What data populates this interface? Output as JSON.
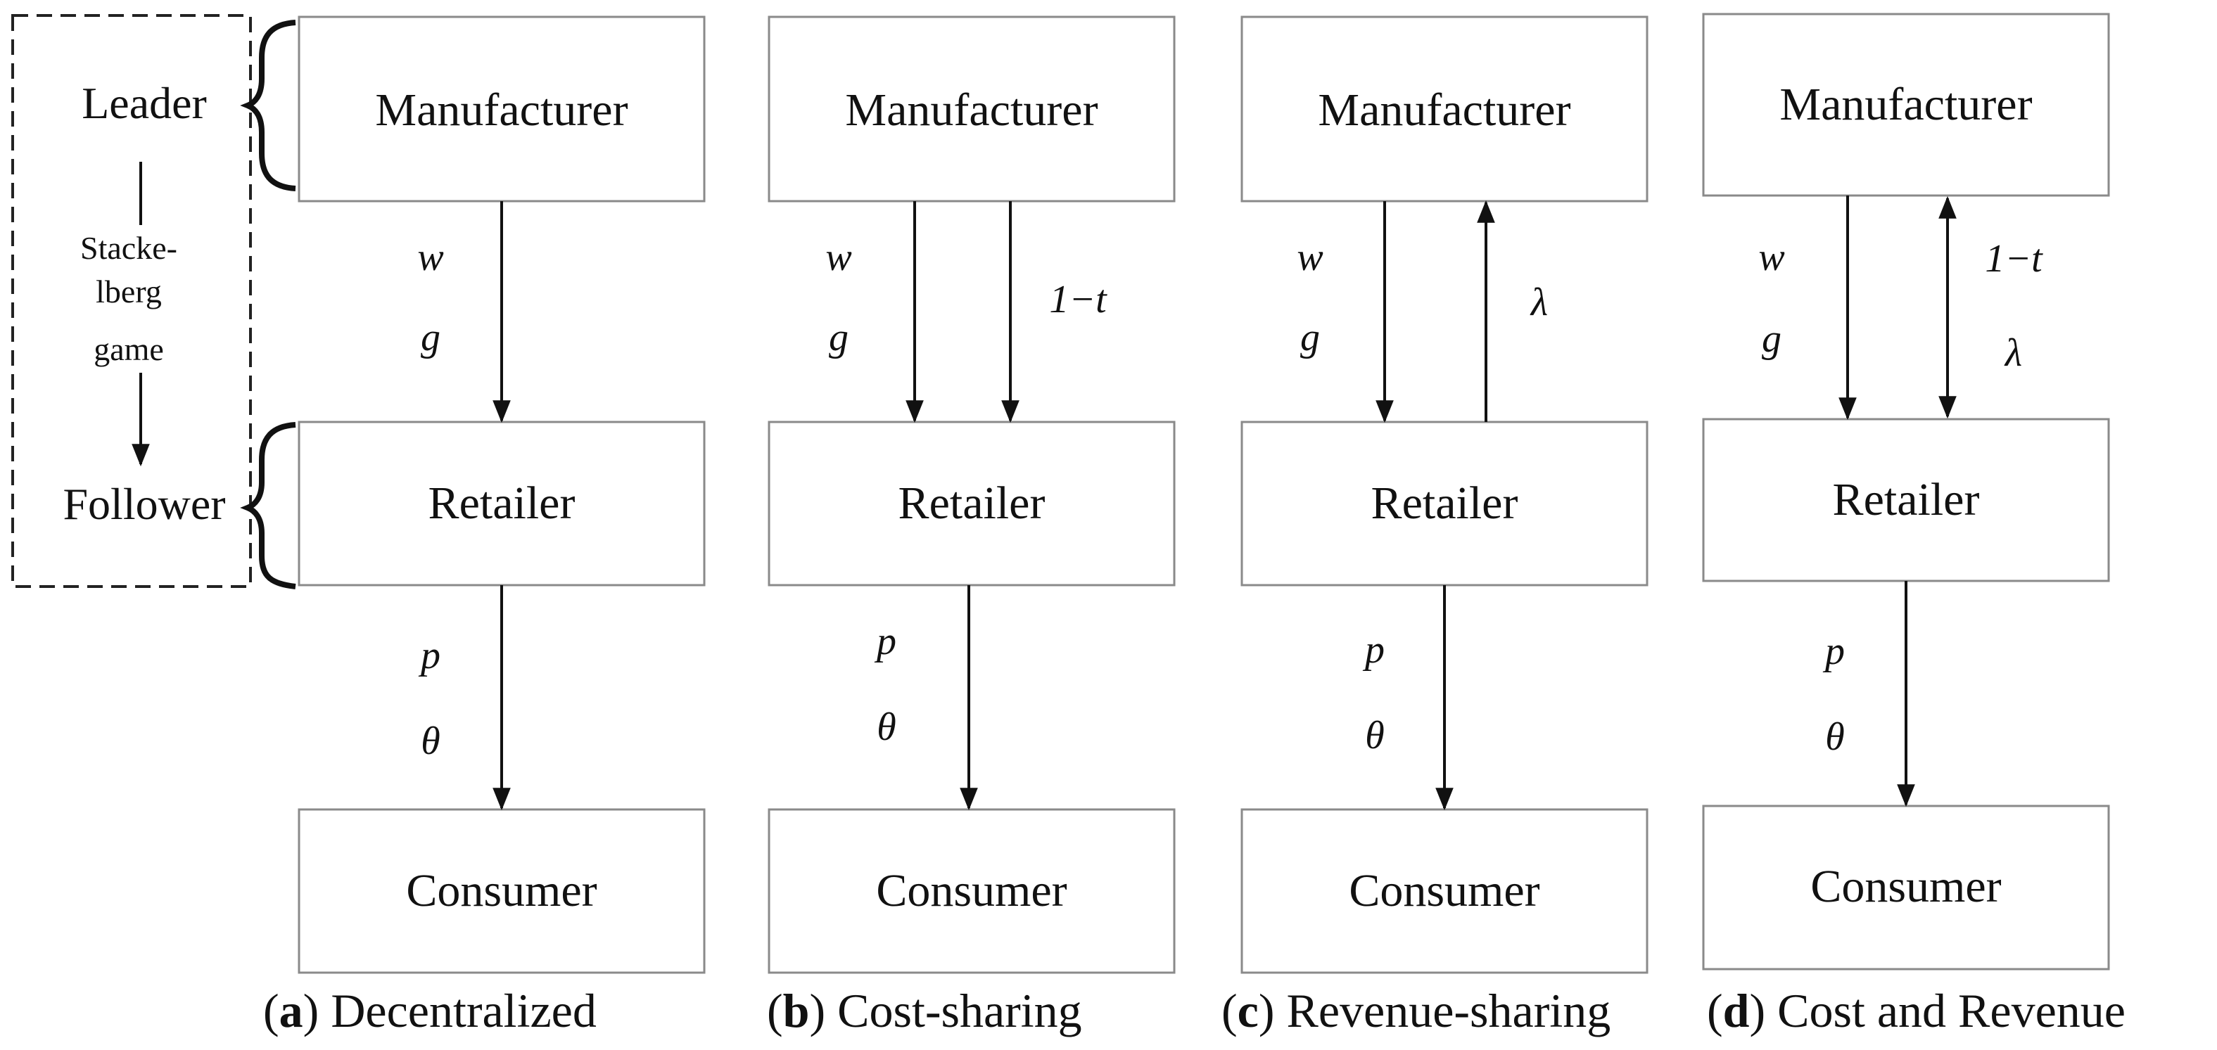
{
  "legend": {
    "leader": "Leader",
    "follower": "Follower",
    "game_lines": [
      "Stacke-",
      "lberg",
      "game"
    ]
  },
  "panels": [
    {
      "id": "a",
      "caption_letter": "a",
      "caption_text": "Decentralized",
      "boxes": [
        "Manufacturer",
        "Retailer",
        "Consumer"
      ],
      "upper_vars": [
        "w",
        "g"
      ],
      "upper_right_vars": [],
      "lower_vars": [
        "p",
        "θ"
      ]
    },
    {
      "id": "b",
      "caption_letter": "b",
      "caption_text": "Cost-sharing",
      "boxes": [
        "Manufacturer",
        "Retailer",
        "Consumer"
      ],
      "upper_vars": [
        "w",
        "g"
      ],
      "upper_right_vars": [
        "1−t"
      ],
      "lower_vars": [
        "p",
        "θ"
      ]
    },
    {
      "id": "c",
      "caption_letter": "c",
      "caption_text": "Revenue-sharing",
      "boxes": [
        "Manufacturer",
        "Retailer",
        "Consumer"
      ],
      "upper_vars": [
        "w",
        "g"
      ],
      "upper_right_vars": [
        "λ"
      ],
      "lower_vars": [
        "p",
        "θ"
      ]
    },
    {
      "id": "d",
      "caption_letter": "d",
      "caption_text": "Cost and Revenue",
      "boxes": [
        "Manufacturer",
        "Retailer",
        "Consumer"
      ],
      "upper_vars": [
        "w",
        "g"
      ],
      "upper_right_vars": [
        "1−t",
        "λ"
      ],
      "lower_vars": [
        "p",
        "θ"
      ]
    }
  ]
}
